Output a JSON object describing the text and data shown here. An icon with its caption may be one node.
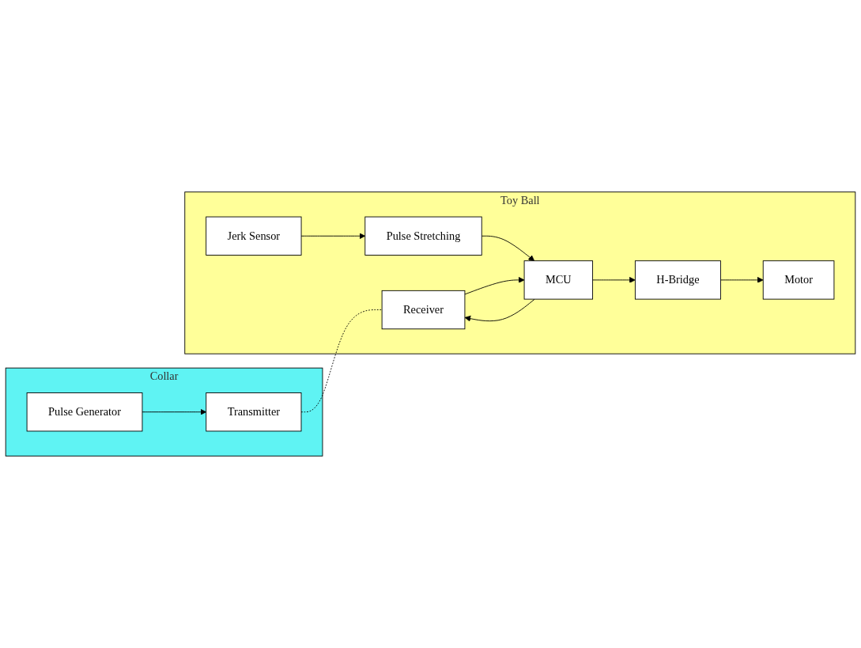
{
  "diagram": {
    "nodes": [
      {
        "text": [
          "Collar"
        ]
      },
      {
        "text": [
          "Pulse Generator"
        ],
        "in": 0
      },
      {
        "text": [
          "Transmitter"
        ],
        "in": 0
      },
      {
        "text": [
          "Toy Ball"
        ]
      },
      {
        "text": [
          "Receiver"
        ],
        "in": 3
      },
      {
        "text": [
          "Pulse Stretching"
        ],
        "in": 3
      },
      {
        "text": [
          "MCU"
        ],
        "in": 3
      },
      {
        "text": [
          "H-Bridge"
        ],
        "in": 3
      },
      {
        "text": [
          "Jerk Sensor"
        ],
        "in": 3
      },
      {
        "text": [
          "Motor"
        ],
        "in": 3
      }
    ],
    "edges": [
      {
        "from": 1,
        "to": 2,
        "arrow": "to"
      },
      {
        "from": 2,
        "to": 4,
        "arrow": "none",
        "style": "dashed"
      },
      {
        "from": 4,
        "to": 6,
        "arrow": "to"
      },
      {
        "from": 6,
        "to": 4,
        "arrow": "to"
      },
      {
        "from": 5,
        "to": 6,
        "arrow": "to"
      },
      {
        "from": 6,
        "to": 7,
        "arrow": "to"
      },
      {
        "from": 8,
        "to": 5,
        "arrow": "to"
      },
      {
        "from": 7,
        "to": 9,
        "arrow": "to"
      }
    ]
  }
}
